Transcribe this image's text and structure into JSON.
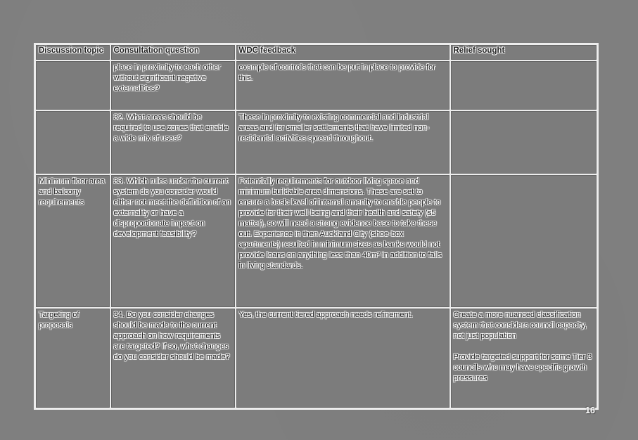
{
  "page": {
    "background_color": "#7f7f7f",
    "page_number": "16"
  },
  "table": {
    "headers": [
      "Discussion topic",
      "Consultation question",
      "WDC feedback",
      "Relief sought"
    ],
    "rows": [
      {
        "topic": "",
        "question": "place in proximity to each other without significant negative externalities?",
        "feedback": "example of controls that can be put in place to provide for this.",
        "relief": ""
      },
      {
        "topic": "",
        "question": "32. What areas should be required to use zones that enable a wide mix of uses?",
        "feedback": "These in proximity to existing commercial and industrial areas and for smaller settlements that have limited non-residential activities spread throughout.",
        "relief": ""
      },
      {
        "topic": "Minimum floor area and balcony requirements",
        "question": "33. Which rules under the current system do you consider would either not meet the definition of an externality or have a disproportionate impact on development feasibility?",
        "feedback": "Potentially requirements for outdoor living space and minimum buildable area dimensions. These are set to ensure a basic level of internal amenity to enable people to provide for their well-being and their health and safety (s5 matter), so will need a strong evidence base to take these out. Experience in then Auckland City (shoe-box apartments) resulted in minimum sizes as banks would not provide loans on anything less than 40m² in addition to falls in living standards.",
        "relief": ""
      },
      {
        "topic": "Targeting of proposals",
        "question": "34. Do you consider changes should be made to the current approach on how requirements are targeted? If so, what changes do you consider should be made?",
        "feedback": "Yes, the current tiered approach needs refinement.",
        "relief": "Create a more nuanced classification system that considers council capacity, not just population\n\nProvide targeted support for some Tier 3 councils who may have specific growth pressures"
      }
    ]
  }
}
